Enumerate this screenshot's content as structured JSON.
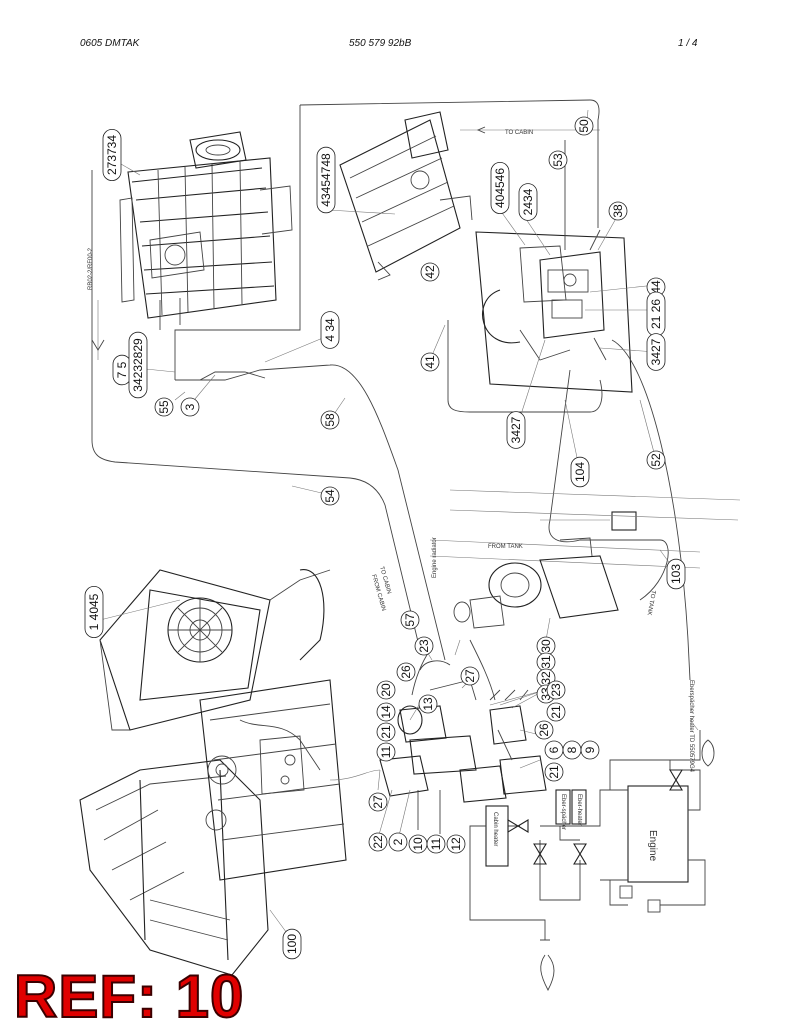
{
  "header": {
    "left": "0605 DMTAK",
    "center": "550 579 92bB",
    "right": "1 /  4"
  },
  "ref_label": "REF: 10",
  "drawing_number": "RB02-2/RF00-2",
  "labels": {
    "to_cabin_top": "TO CABIN",
    "to_cabin_mid": "TO CABIN",
    "from_cabin": "FROM CABIN",
    "from_tank": "FROM TANK",
    "engine_radiator": "Engine radiator",
    "to_tank": "TO TANK",
    "heater_ref": "Eberspächer heater TD 550579G4",
    "engine": "Engine",
    "cabin_heater": "Cabin heater",
    "eber_heater": "Eber-spächer",
    "eber_heater2": "Eber-heater"
  },
  "callouts": {
    "c273734": "273734",
    "c43454748": "43454748",
    "c404546": "404546",
    "c2434": "2434",
    "c38": "38",
    "c50": "50",
    "c53": "53",
    "c75": "7 5",
    "c34232829": "34232829",
    "c55": "55",
    "c3": "3",
    "c434": "4 34",
    "c58": "58",
    "c54": "54",
    "c41": "41",
    "c44": "44",
    "c2126": "21 26",
    "c3427a": "3427",
    "c3427b": "3427",
    "c52": "52",
    "c104": "104",
    "c103": "103",
    "c14045": "1 4045",
    "c30": "30",
    "c31": "31",
    "c32": "32",
    "c33": "33",
    "c57": "57",
    "c23a": "23",
    "c26a": "26",
    "c27a": "27",
    "c20": "20",
    "c14": "14",
    "c21a": "21",
    "c11a": "11",
    "c13": "13",
    "c23b": "23",
    "c21b": "21",
    "c26b": "26",
    "c6": "6",
    "c8": "8",
    "c9": "9",
    "c21c": "21",
    "c27b": "27",
    "c22": "22",
    "c2": "2",
    "c10": "10",
    "c11b": "11",
    "c12": "12",
    "c100": "100",
    "c42": "42"
  }
}
